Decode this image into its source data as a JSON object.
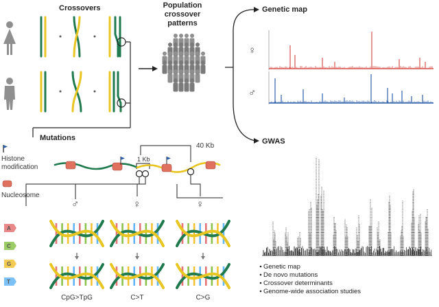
{
  "titles": {
    "crossovers": "Crossovers",
    "population": [
      "Population",
      "crossover",
      "patterns"
    ],
    "genetic_map": "Genetic map",
    "mutations": "Mutations",
    "gwas": "GWAS"
  },
  "mutations_panel": {
    "histone": [
      "Histone",
      "modification"
    ],
    "nucleosome": "Nucleosome",
    "scale_40kb": "40 Kb",
    "scale_1kb": "1 Kb",
    "sex_symbols": [
      "♂",
      "♀",
      "♀"
    ],
    "transitions": [
      "CpG>TpG",
      "C>T",
      "C>G"
    ],
    "bases": [
      {
        "letter": "A",
        "color": "#e57373"
      },
      {
        "letter": "C",
        "color": "#8bc34a"
      },
      {
        "letter": "G",
        "color": "#f2c232"
      },
      {
        "letter": "T",
        "color": "#64b5f6"
      }
    ]
  },
  "genetic_map_panel": {
    "female_symbol": "♀",
    "male_symbol": "♂",
    "female_color": "#d9534f",
    "male_color": "#2f5fa8"
  },
  "colors": {
    "strand_green": "#1f7a4d",
    "strand_yellow": "#e8c520",
    "person_gray": "#8f8f8f"
  },
  "bullets": [
    "Genetic map",
    "De novo mutations",
    "Crossover determinants",
    "Genome-wide association studies"
  ]
}
